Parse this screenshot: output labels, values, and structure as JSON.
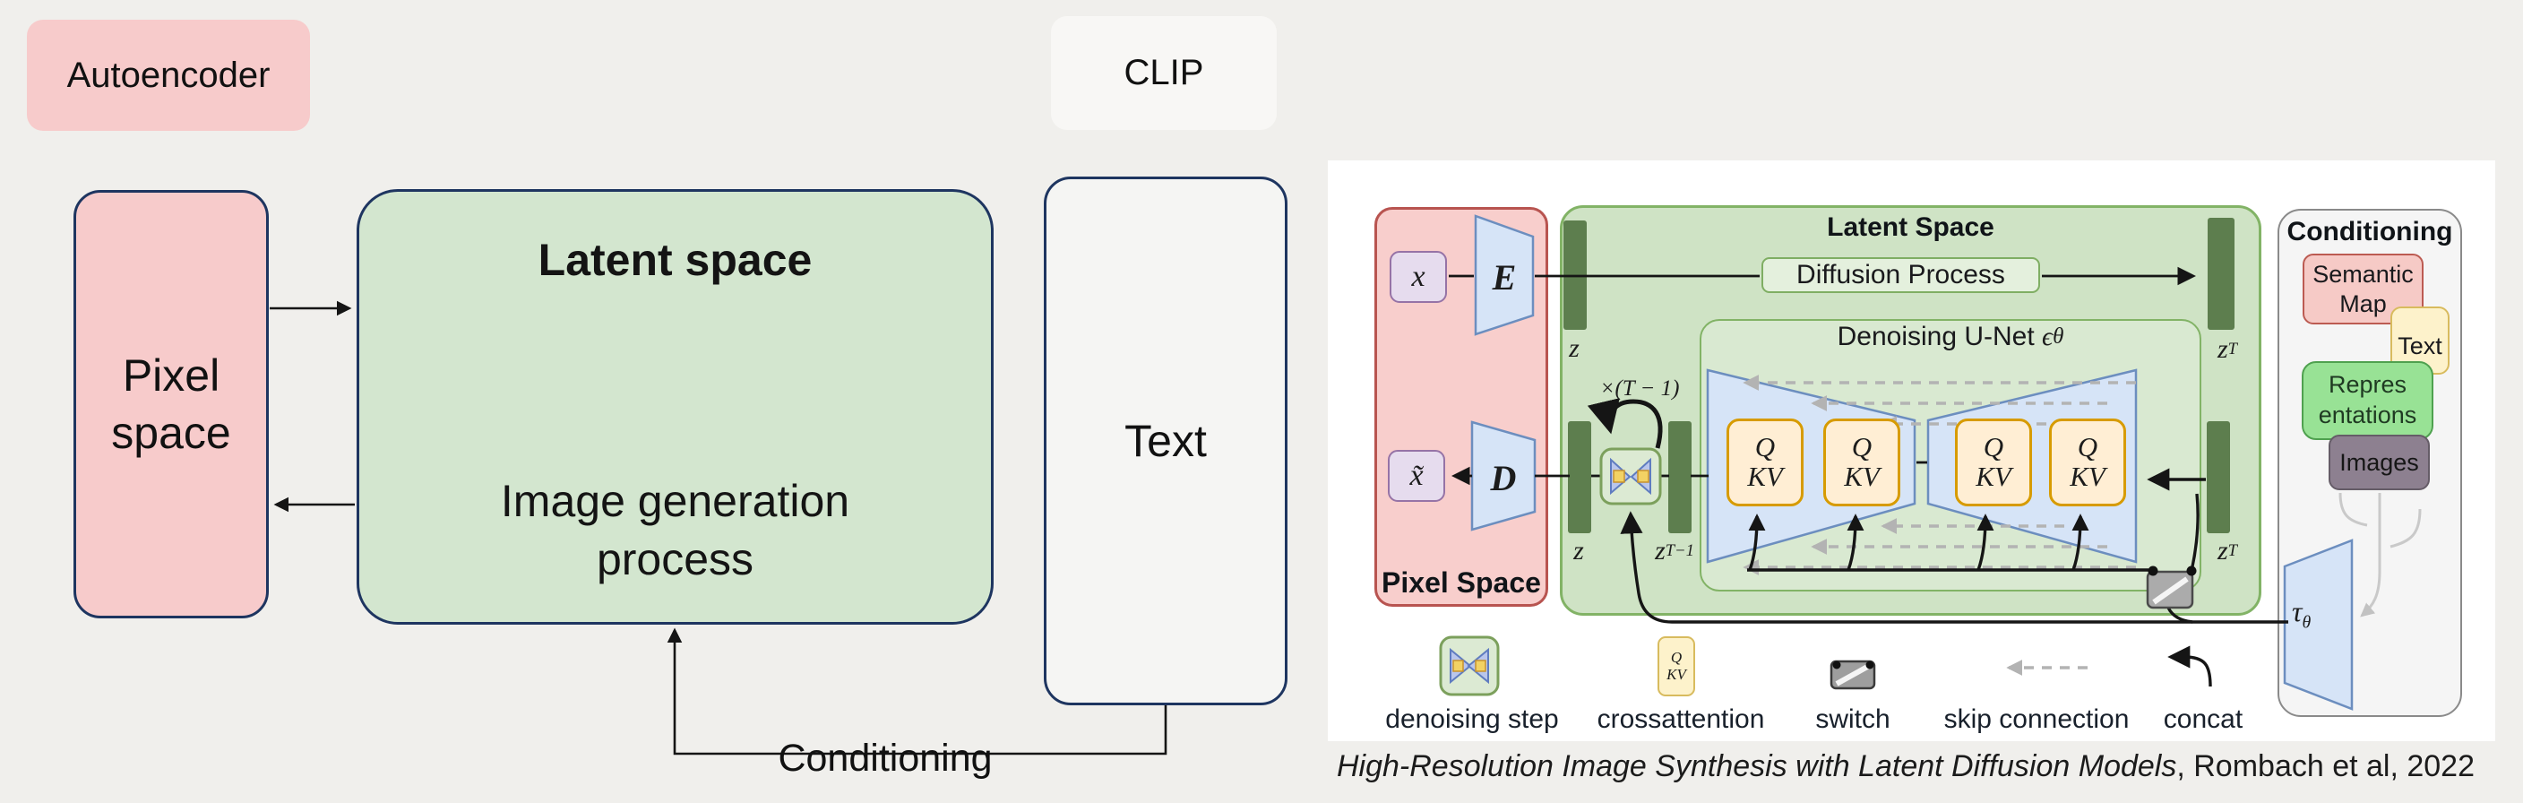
{
  "slide": {
    "autoencoder_tag": "Autoencoder",
    "clip_tag": "CLIP",
    "pixel_box": {
      "line1": "Pixel",
      "line2": "space"
    },
    "latent_box": {
      "title": "Latent space",
      "body_line1": "Image generation",
      "body_line2": "process"
    },
    "text_box_label": "Text",
    "conditioning_arrow_label": "Conditioning"
  },
  "figure": {
    "pixel_panel": {
      "title": "Pixel Space",
      "x": "x",
      "x_tilde": "x̃",
      "encoder": "E",
      "decoder": "D",
      "z": "z"
    },
    "latent_panel": {
      "title": "Latent Space",
      "diffusion_box": "Diffusion Process",
      "unet_prefix": "Denoising U-Net ",
      "epsilon": "ϵ",
      "theta": "θ",
      "loop_label": "×(T − 1)",
      "z": "z",
      "z_sub_T": "T",
      "z_sub_Tm1": "T−1",
      "q": "Q",
      "kv": "KV"
    },
    "cond_panel": {
      "title": "Conditioning",
      "semantic_line1": "Semantic",
      "semantic_line2": "Map",
      "text": "Text",
      "repr_line1": "Repres",
      "repr_line2": "entations",
      "images": "Images",
      "tau": "τ",
      "tau_sub": "θ"
    },
    "legend": {
      "denoising": "denoising step",
      "crossattention": "crossattention",
      "switch": "switch",
      "skip": "skip connection",
      "concat": "concat"
    },
    "caption": {
      "italic": "High-Resolution Image Synthesis with Latent Diffusion Models",
      "rest": ", Rombach et al, 2022"
    }
  },
  "colors": {
    "slide_bg": "#f0efec",
    "slide_pink": "#f7cbcb",
    "slide_green": "#d3e6cf",
    "slide_navy_border": "#1e3560",
    "slide_light_box": "#f5f5f3",
    "fig_pink": "#f8cecc",
    "fig_pink_border": "#b85450",
    "fig_green": "#cfe3c5",
    "fig_green_border": "#82b366",
    "fig_blue": "#d6e4f7",
    "fig_blue_border": "#6c8ebf",
    "fig_lavender": "#e6dcee",
    "fig_lavender_border": "#9673a6",
    "fig_orange": "#ffeed4",
    "fig_orange_border": "#d79b00",
    "fig_yellow": "#fdf2cb",
    "fig_yellow_border": "#d8bb5e",
    "fig_bright_green": "#98e295",
    "fig_bright_green_border": "#4fa14f",
    "fig_gray_purple": "#8d8090",
    "dark_green_bar": "#5d7e4e",
    "skip_gray": "#b3b3b3"
  }
}
